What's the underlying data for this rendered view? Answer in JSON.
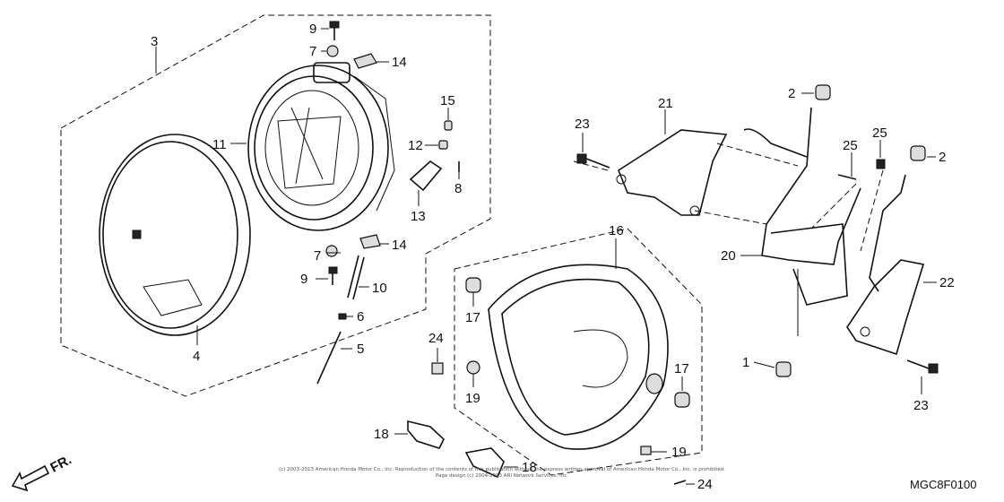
{
  "callouts": {
    "c1": "1",
    "c2a": "2",
    "c2b": "2",
    "c3": "3",
    "c4": "4",
    "c5": "5",
    "c6": "6",
    "c7a": "7",
    "c7b": "7",
    "c8": "8",
    "c9a": "9",
    "c9b": "9",
    "c10": "10",
    "c11": "11",
    "c12": "12",
    "c13": "13",
    "c14a": "14",
    "c14b": "14",
    "c15": "15",
    "c16": "16",
    "c17a": "17",
    "c17b": "17",
    "c18a": "18",
    "c18b": "18",
    "c19a": "19",
    "c19b": "19",
    "c20": "20",
    "c21": "21",
    "c22": "22",
    "c23a": "23",
    "c23b": "23",
    "c24a": "24",
    "c24b": "24",
    "c25a": "25",
    "c25b": "25"
  },
  "direction_label": "FR.",
  "diagram_code": "MGC8F0100",
  "copyright_line1": "(c) 2003-2013 American Honda Motor Co., Inc. Reproduction of the contents of this publication without the express written approval of American Honda Motor Co., Inc. is prohibited.",
  "copyright_line2": "Page design (c) 2004-2013 ARI Network Services, Inc.",
  "icons": [
    "front-direction-arrow-icon"
  ]
}
